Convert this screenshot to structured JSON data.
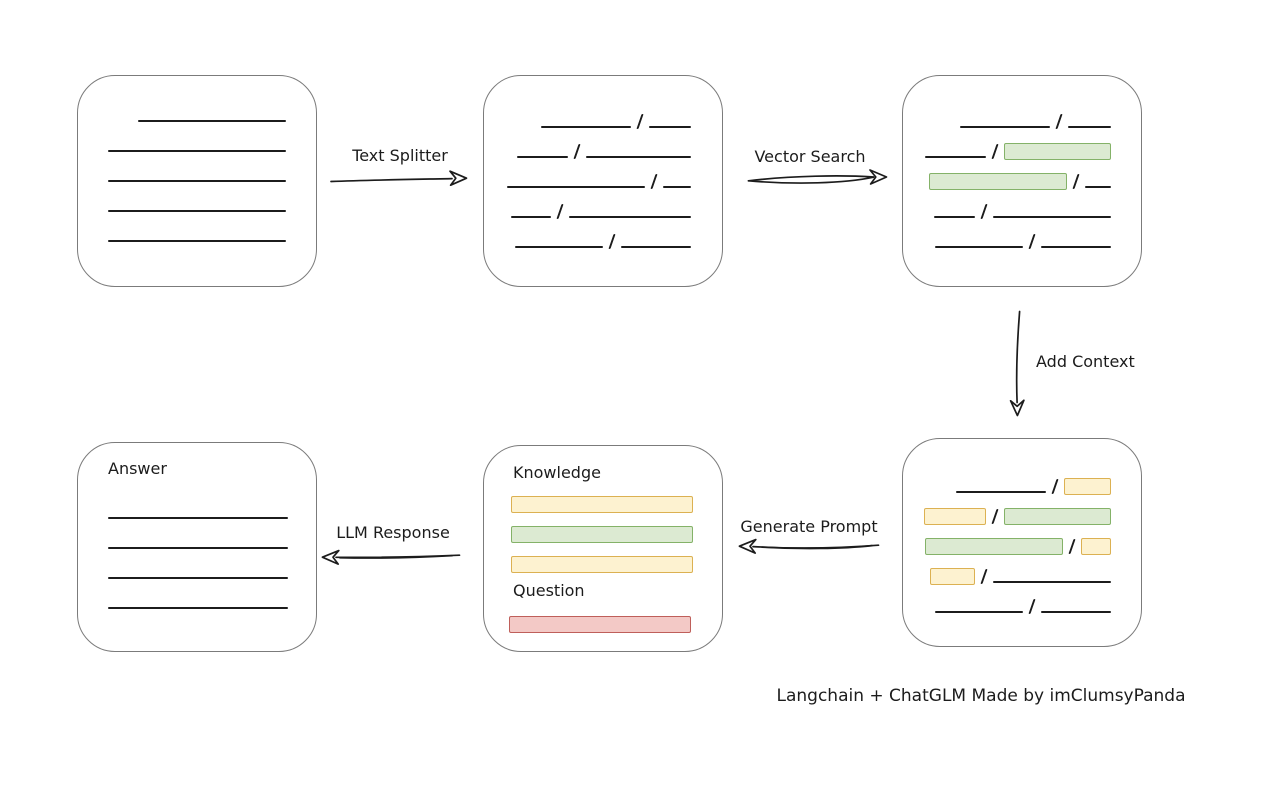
{
  "caption": "Langchain + ChatGLM Made by imClumsyPanda",
  "colors": {
    "ink": "#1c1c1c",
    "box_border": "#7b7b7b",
    "green_fill": "#dcead2",
    "green_stroke": "#84b268",
    "yellow_fill": "#fdf2d0",
    "yellow_stroke": "#dcb152",
    "red_fill": "#f3c9c6",
    "red_stroke": "#bf5f5a"
  },
  "arrows": {
    "text_splitter": {
      "label": "Text Splitter",
      "direction": "right"
    },
    "vector_search": {
      "label": "Vector Search",
      "direction": "right"
    },
    "add_context": {
      "label": "Add Context",
      "direction": "down"
    },
    "generate_prompt": {
      "label": "Generate Prompt",
      "direction": "left"
    },
    "llm_response": {
      "label": "LLM Response",
      "direction": "left"
    }
  },
  "prompt_box": {
    "knowledge_label": "Knowledge",
    "question_label": "Question",
    "bars": [
      "yellow",
      "green",
      "yellow",
      "red"
    ]
  },
  "answer_box": {
    "label": "Answer"
  },
  "nodes": {
    "document": {
      "rows": [
        [
          {
            "k": "space",
            "w": 22
          },
          {
            "k": "line",
            "w": 148
          }
        ],
        [
          {
            "k": "line",
            "w": 178
          }
        ],
        [
          {
            "k": "line",
            "w": 178
          }
        ],
        [
          {
            "k": "line",
            "w": 178
          }
        ],
        [
          {
            "k": "line",
            "w": 178
          }
        ]
      ]
    },
    "chunks": {
      "rows": [
        [
          {
            "k": "line",
            "w": 90
          },
          {
            "k": "slash"
          },
          {
            "k": "line",
            "w": 42
          }
        ],
        [
          {
            "k": "line",
            "w": 51
          },
          {
            "k": "slash"
          },
          {
            "k": "line",
            "w": 105
          }
        ],
        [
          {
            "k": "line",
            "w": 138
          },
          {
            "k": "slash"
          },
          {
            "k": "line",
            "w": 28
          }
        ],
        [
          {
            "k": "line",
            "w": 40
          },
          {
            "k": "slash"
          },
          {
            "k": "line",
            "w": 122
          }
        ],
        [
          {
            "k": "line",
            "w": 88
          },
          {
            "k": "slash"
          },
          {
            "k": "line",
            "w": 70
          }
        ]
      ]
    },
    "matched": {
      "rows": [
        [
          {
            "k": "line",
            "w": 90
          },
          {
            "k": "slash"
          },
          {
            "k": "line",
            "w": 43
          }
        ],
        [
          {
            "k": "line",
            "w": 61
          },
          {
            "k": "slash"
          },
          {
            "k": "green",
            "w": 107
          }
        ],
        [
          {
            "k": "green",
            "w": 138
          },
          {
            "k": "slash"
          },
          {
            "k": "line",
            "w": 26
          }
        ],
        [
          {
            "k": "line",
            "w": 41
          },
          {
            "k": "slash"
          },
          {
            "k": "line",
            "w": 118
          }
        ],
        [
          {
            "k": "line",
            "w": 88
          },
          {
            "k": "slash"
          },
          {
            "k": "line",
            "w": 70
          }
        ]
      ]
    },
    "context": {
      "rows": [
        [
          {
            "k": "line",
            "w": 90
          },
          {
            "k": "slash"
          },
          {
            "k": "yellow",
            "w": 47
          }
        ],
        [
          {
            "k": "yellow",
            "w": 62
          },
          {
            "k": "slash"
          },
          {
            "k": "green",
            "w": 107
          }
        ],
        [
          {
            "k": "green",
            "w": 138
          },
          {
            "k": "slash"
          },
          {
            "k": "yellow",
            "w": 30
          }
        ],
        [
          {
            "k": "yellow",
            "w": 45
          },
          {
            "k": "slash"
          },
          {
            "k": "line",
            "w": 118
          }
        ],
        [
          {
            "k": "line",
            "w": 88
          },
          {
            "k": "slash"
          },
          {
            "k": "line",
            "w": 70
          }
        ]
      ]
    },
    "answer_lines": {
      "rows": [
        [
          {
            "k": "line",
            "w": 180
          }
        ],
        [
          {
            "k": "line",
            "w": 180
          }
        ],
        [
          {
            "k": "line",
            "w": 180
          }
        ],
        [
          {
            "k": "line",
            "w": 180
          }
        ]
      ]
    }
  }
}
